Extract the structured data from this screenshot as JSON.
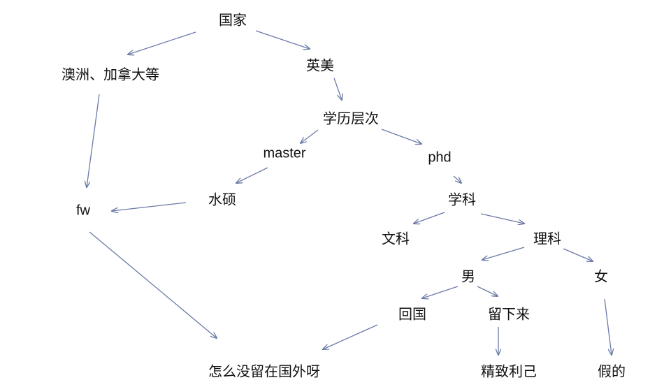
{
  "diagram": {
    "arrow_color": "#6b7aa6",
    "nodes": {
      "country": "国家",
      "aus_can": "澳洲、加拿大等",
      "uk_us": "英美",
      "degree_level": "学历层次",
      "master": "master",
      "phd": "phd",
      "water_master": "水硕",
      "fw": "fw",
      "discipline": "学科",
      "humanities": "文科",
      "science": "理科",
      "male": "男",
      "female": "女",
      "return_home": "回国",
      "stay": "留下来",
      "why_not_stay": "怎么没留在国外呀",
      "egoist": "精致利己",
      "fake": "假的"
    }
  }
}
